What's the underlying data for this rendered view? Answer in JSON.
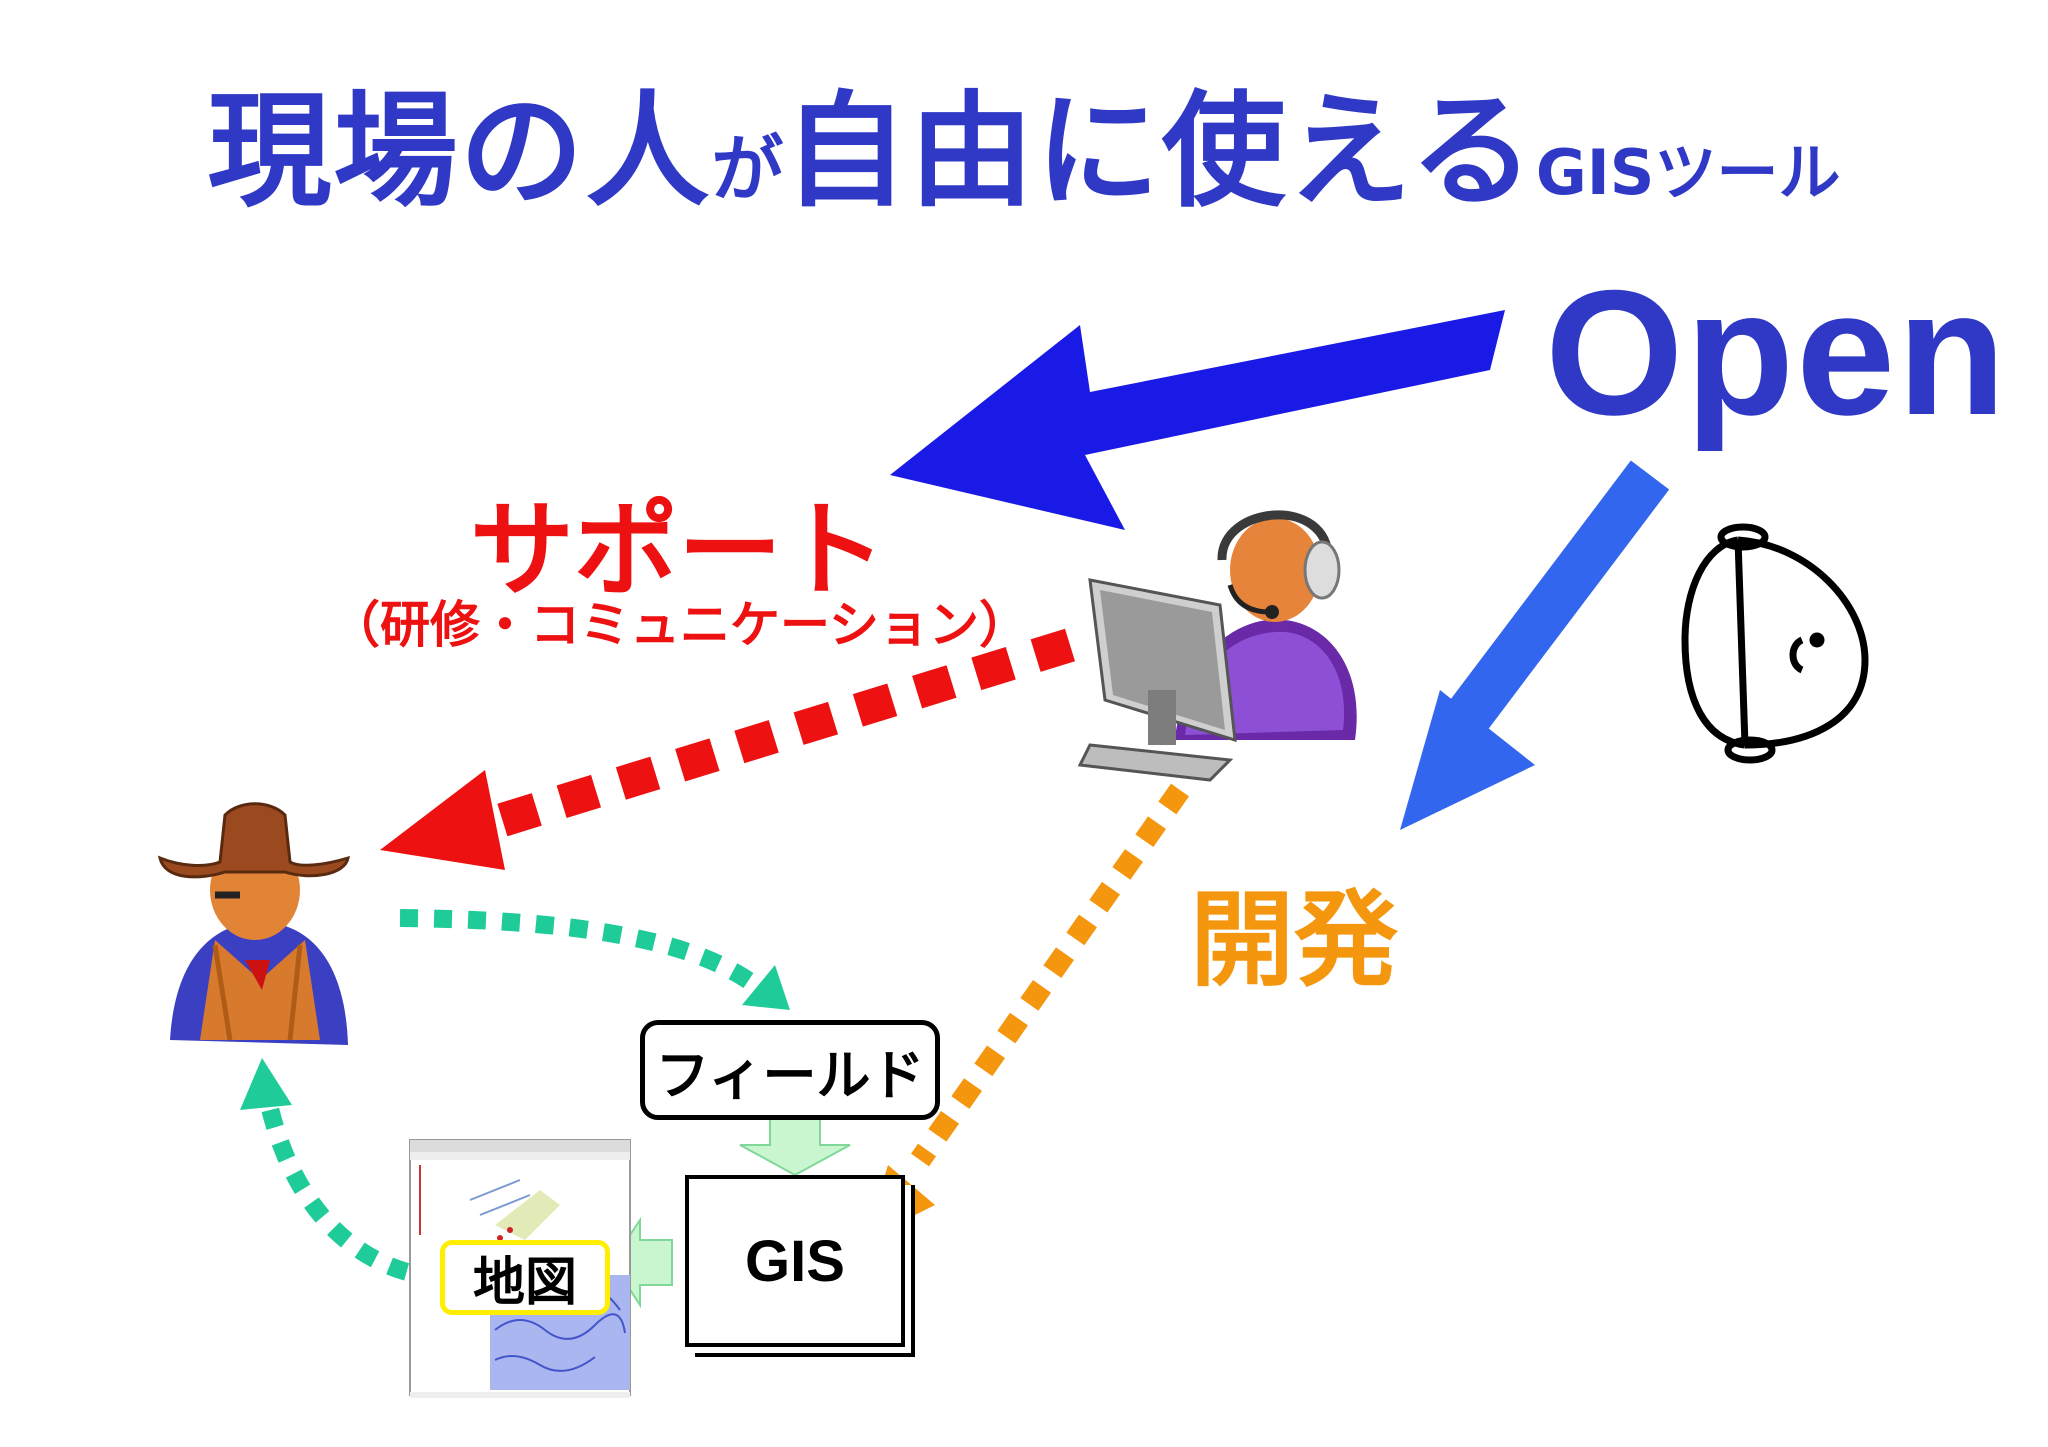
{
  "title": {
    "part1": "現場の人",
    "part2": "が",
    "part3": "自由に使える",
    "part4": "GISツール"
  },
  "open_label": "Open",
  "support": {
    "label": "サポート",
    "sub": "（研修・コミュニケーション）"
  },
  "development_label": "開発",
  "field_label": "フィールド",
  "gis_label": "GIS",
  "map_label": "地図",
  "colors": {
    "title_blue": "#2f39c6",
    "open_arrow": "#1a1ae6",
    "dev_arrow": "#3366ee",
    "support_red": "#ee1111",
    "dev_orange": "#f5960f",
    "loop_green": "#1fcc99",
    "light_green": "#c9f5cf"
  },
  "icons": [
    "headset-operator-icon",
    "computer-monitor-icon",
    "cowboy-user-icon",
    "helmet-mascot-icon",
    "map-screenshot-thumbnail"
  ]
}
